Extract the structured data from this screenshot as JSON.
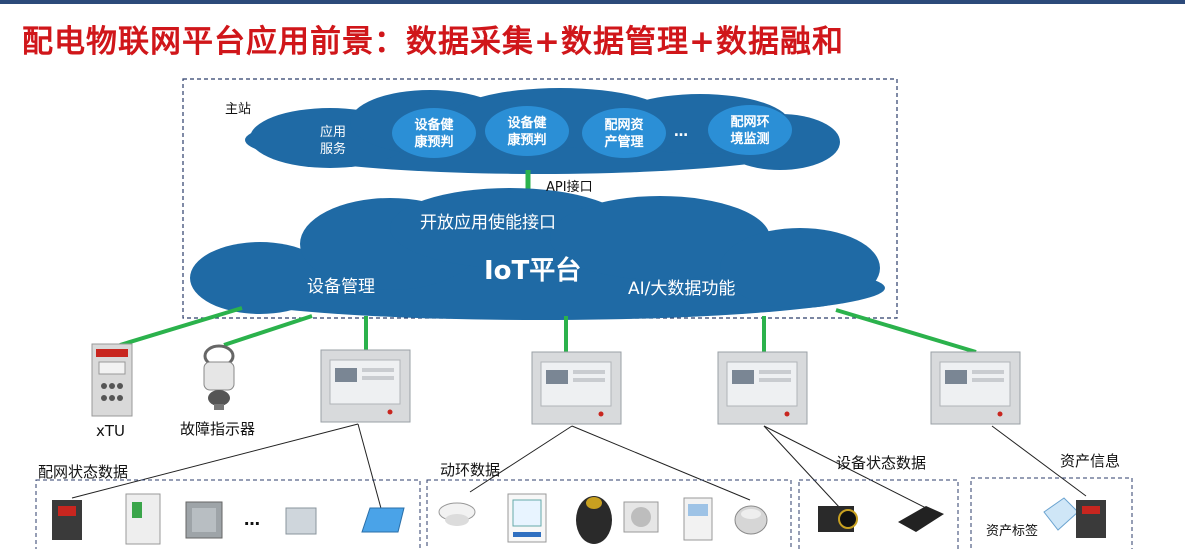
{
  "title": "配电物联网平台应用前景：数据采集+数据管理+数据融和",
  "master_station": {
    "label": "主站",
    "app_service": "应用\n服务",
    "apps": [
      "设备健\n康预判",
      "设备健\n康预判",
      "配网资\n产管理",
      "配网环\n境监测"
    ],
    "ellipsis": "…",
    "api_label": "API接口"
  },
  "iot_platform": {
    "open_interface": "开放应用使能接口",
    "name": "IoT平台",
    "device_mgmt": "设备管理",
    "ai_bigdata": "AI/大数据功能"
  },
  "devices": {
    "xtu": "xTU",
    "fault_indicator": "故障指示器"
  },
  "groups": {
    "distribution_state": "配网状态数据",
    "env_data": "动环数据",
    "equipment_state": "设备状态数据",
    "asset_info": "资产信息",
    "asset_tag": "资产标签",
    "group_ellipsis": "…"
  },
  "colors": {
    "title_red": "#d0161a",
    "cloud_blue": "#1f6aa5",
    "bubble_blue": "#2b8fd6",
    "link_green": "#2bb24c",
    "dash_navy": "#2c3e6b"
  },
  "icons": [
    "terminal-box-icon",
    "switchgear-icon",
    "fault-indicator-icon",
    "breaker-icon",
    "power-unit-icon",
    "junction-box-icon",
    "module-icon",
    "solar-panel-icon",
    "smoke-detector-icon",
    "thermometer-display-icon",
    "fan-motor-icon",
    "air-conditioner-icon",
    "control-panel-icon",
    "gas-sensor-icon",
    "camera-sensor-icon",
    "humidity-sensor-icon",
    "asset-tag-icon"
  ]
}
